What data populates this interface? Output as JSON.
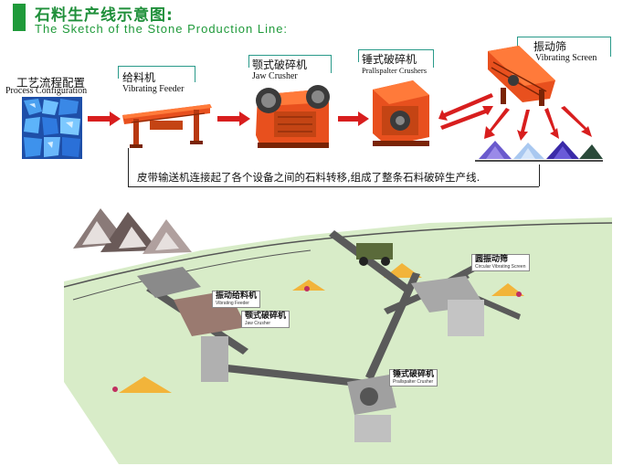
{
  "header": {
    "title_cn": "石料生产线示意图:",
    "title_en": "The Sketch of the Stone Production Line:"
  },
  "flow": {
    "process": {
      "cn": "工艺流程配置",
      "en": "Process Configuration"
    },
    "feeder": {
      "cn": "给料机",
      "en": "Vibrating Feeder"
    },
    "jaw": {
      "cn": "颚式破碎机",
      "en": "Jaw Crusher"
    },
    "impact": {
      "cn": "锤式破碎机",
      "en": "Prallspalter Crushers"
    },
    "screen": {
      "cn": "振动筛",
      "en": "Vibrating Screen"
    },
    "conveyor_note": "皮带输送机连接起了各个设备之间的石料转移,组成了整条石料破碎生产线."
  },
  "plant_labels": {
    "feeder_tag": {
      "cn": "振动给料机",
      "en": "Vibrating Feeder"
    },
    "jaw_tag": {
      "cn": "颚式破碎机",
      "en": "Jaw Crusher"
    },
    "screen_tag": {
      "cn": "圆振动筛",
      "en": "Circular Vibrating Screen"
    },
    "impact_tag": {
      "cn": "锤式破碎机",
      "en": "Prallspalter Crusher"
    }
  },
  "colors": {
    "accent_green": "#1f9a3a",
    "arrow_red": "#d81e1e",
    "machine_orange": "#e8501e",
    "rock_blue": "#2d6fd6",
    "field_green": "#d8ecc8"
  }
}
